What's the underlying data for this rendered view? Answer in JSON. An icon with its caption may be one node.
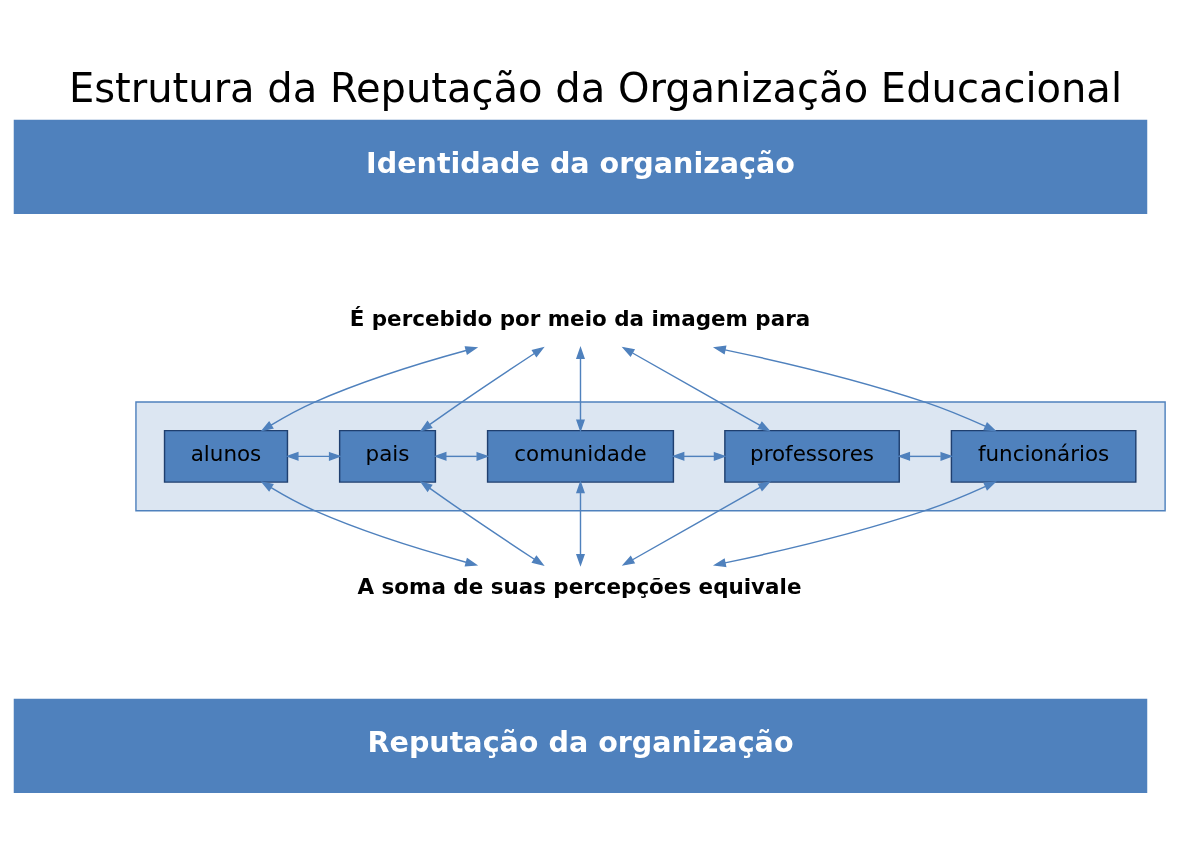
{
  "diagram": {
    "title": "Estrutura da Reputação da Organização Educacional",
    "nodes": [
      {
        "text": [
          "Identidade da organização"
        ]
      },
      {
        "text": [
          "É percebido por meio da imagem para"
        ]
      },
      {
        "text": [],
        "shape": "band"
      },
      {
        "text": [
          "alunos"
        ],
        "in": 2
      },
      {
        "text": [
          "pais"
        ],
        "in": 2
      },
      {
        "text": [
          "comunidade"
        ],
        "in": 2
      },
      {
        "text": [
          "professores"
        ],
        "in": 2
      },
      {
        "text": [
          "funcionários"
        ],
        "in": 2
      },
      {
        "text": [
          "A soma de suas percepções equivale"
        ]
      },
      {
        "text": [
          "Reputação da organização"
        ]
      }
    ],
    "edges": [
      {
        "from": 1,
        "to": 3,
        "arrow": "both"
      },
      {
        "from": 1,
        "to": 4,
        "arrow": "both"
      },
      {
        "from": 1,
        "to": 5,
        "arrow": "both"
      },
      {
        "from": 1,
        "to": 6,
        "arrow": "both"
      },
      {
        "from": 1,
        "to": 7,
        "arrow": "both"
      },
      {
        "from": 3,
        "to": 4,
        "arrow": "both"
      },
      {
        "from": 4,
        "to": 5,
        "arrow": "both"
      },
      {
        "from": 5,
        "to": 6,
        "arrow": "both"
      },
      {
        "from": 6,
        "to": 7,
        "arrow": "both"
      },
      {
        "from": 3,
        "to": 8,
        "arrow": "both"
      },
      {
        "from": 4,
        "to": 8,
        "arrow": "both"
      },
      {
        "from": 5,
        "to": 8,
        "arrow": "both"
      },
      {
        "from": 6,
        "to": 8,
        "arrow": "both"
      },
      {
        "from": 7,
        "to": 8,
        "arrow": "both"
      }
    ]
  }
}
